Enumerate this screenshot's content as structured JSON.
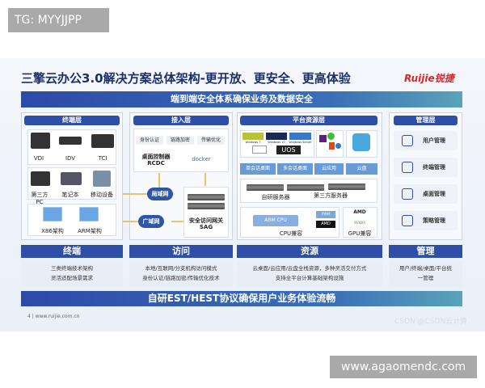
{
  "overlay_tag": "TG: MYYJJPP",
  "watermark_url": "www.agaomendc.com",
  "slide": {
    "title": "三擎云办公3.0解决方案总体架构-更开放、更安全、更高体验",
    "logo": "Ruijie锐捷",
    "top_banner": "端到端安全体系确保业务及数据安全",
    "terminal": {
      "header": "终端层",
      "devices1": [
        "VDI",
        "IDV",
        "TCI"
      ],
      "devices2": [
        "第三方PC",
        "笔记本",
        "移动设备"
      ],
      "chips": [
        "X86架构",
        "ARM架构"
      ]
    },
    "access": {
      "header": "接入层",
      "pills": [
        "身份认证",
        "链路加密",
        "传输优化"
      ],
      "controller": "桌面控制器",
      "controller_sub": "RCDC",
      "docker": "docker",
      "lan": "局域网",
      "wan": "广域网",
      "gateway": "安全访问网关",
      "gateway_sub": "SAG"
    },
    "platform": {
      "header": "平台资源层",
      "os_labels": [
        "Windows 7",
        "Windows 10",
        "Windows Server",
        "UOS"
      ],
      "resources": [
        "单会话桌面",
        "多会话桌面",
        "云应用",
        "云盘"
      ],
      "servers": [
        "自研服务器",
        "第三方服务器"
      ],
      "arm_cpu": "ARM CPU",
      "cpu_compat": "CPU兼容",
      "gpu_compat": "GPU兼容",
      "amd": "AMD",
      "intel": "intel",
      "nvidia": "NVIDIA"
    },
    "management": {
      "header": "管理层",
      "items": [
        "用户管理",
        "终端管理",
        "桌面管理",
        "策略管理"
      ]
    },
    "bottom": [
      {
        "title": "终端",
        "lines": [
          "三类终端技术架构",
          "灵活适配场景需求"
        ]
      },
      {
        "title": "访问",
        "lines": [
          "本地/互联网/分支机构访问模式",
          "身份认证/链路加密/传输优化技术"
        ]
      },
      {
        "title": "资源",
        "lines": [
          "云桌面/云应用/云盘全栈资源，多种灵活交付方式",
          "支持全平台计算基础架构设施"
        ]
      },
      {
        "title": "管理",
        "lines": [
          "用户/终端/桌面/平台统",
          "一管理"
        ]
      }
    ],
    "bottom_banner": "自研EST/HEST协议确保用户业务体验流畅",
    "footer": "4  |  www.ruijie.com.cn",
    "csdn": "CSDN @CSDN云计算"
  },
  "colors": {
    "primary": "#2e4ea8",
    "brand_red": "#d8262a"
  }
}
